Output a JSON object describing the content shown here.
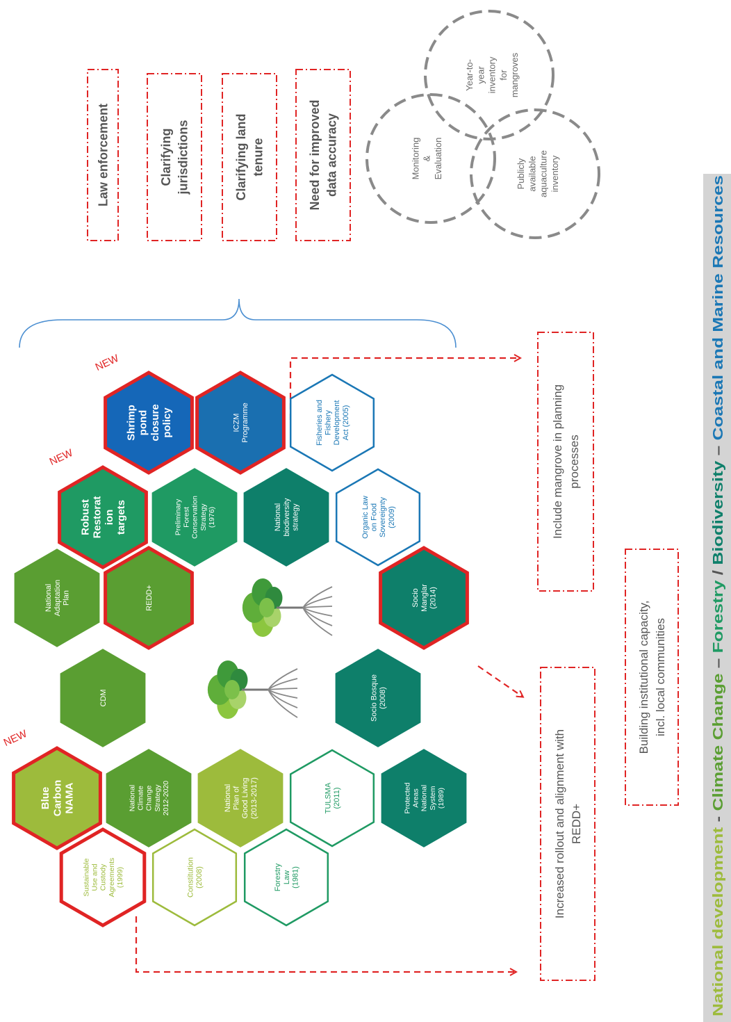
{
  "colors": {
    "national_development": "#9dbb3c",
    "climate_change": "#5a9e32",
    "forestry": "#1f9a63",
    "biodiversity": "#0e7f6a",
    "coastal_marine": "#1a77b5",
    "shrimp_blue": "#1567b8",
    "highlight_red": "#e02424",
    "legend_bar": "#d4d4d4",
    "circle_gray": "#8a8a8a",
    "connector_red": "#e02424",
    "brace_blue": "#4a8ed1"
  },
  "hexagons": [
    {
      "id": "sustainable-use",
      "lines": [
        "Sustainable",
        "Use and",
        "Custody",
        "Agreements",
        "(1999)"
      ],
      "style": "outline",
      "color": "#9dbb3c",
      "highlight": true,
      "new": false
    },
    {
      "id": "constitution",
      "lines": [
        "Constitution",
        "(2008)"
      ],
      "style": "outline",
      "color": "#9dbb3c",
      "highlight": false,
      "new": false
    },
    {
      "id": "forestry-law",
      "lines": [
        "Forestry",
        "Law",
        "(1981)"
      ],
      "style": "outline",
      "color": "#1f9a63",
      "highlight": false,
      "new": false
    },
    {
      "id": "blue-carbon-nama",
      "lines": [
        "Blue",
        "Carbon",
        "NAMA"
      ],
      "style": "filled",
      "color": "#9dbb3c",
      "highlight": true,
      "new": true
    },
    {
      "id": "national-climate-change-strategy",
      "lines": [
        "National",
        "Climate",
        "Change",
        "Strategy",
        "2012-2020"
      ],
      "style": "filled",
      "color": "#5a9e32",
      "highlight": false,
      "new": false
    },
    {
      "id": "national-plan-good-living",
      "lines": [
        "National",
        "Plan of",
        "Good Living",
        "(2013-2017)"
      ],
      "style": "filled",
      "color": "#9dbb3c",
      "highlight": false,
      "new": false
    },
    {
      "id": "tulsma",
      "lines": [
        "TULSMA",
        "(2011)"
      ],
      "style": "outline",
      "color": "#1f9a63",
      "highlight": false,
      "new": false
    },
    {
      "id": "protected-areas",
      "lines": [
        "Protected",
        "Areas",
        "National",
        "System",
        "(1989)"
      ],
      "style": "filled",
      "color": "#0e7f6a",
      "highlight": false,
      "new": false
    },
    {
      "id": "cdm",
      "lines": [
        "CDM"
      ],
      "style": "filled",
      "color": "#5a9e32",
      "highlight": false,
      "new": false
    },
    {
      "id": "socio-bosque",
      "lines": [
        "Socio Bosque",
        "(2008)"
      ],
      "style": "filled",
      "color": "#0e7f6a",
      "highlight": false,
      "new": false
    },
    {
      "id": "national-adaptation-plan",
      "lines": [
        "National",
        "Adaptation",
        "Plan"
      ],
      "style": "filled",
      "color": "#5a9e32",
      "highlight": false,
      "new": false
    },
    {
      "id": "redd-plus",
      "lines": [
        "REDD+"
      ],
      "style": "filled",
      "color": "#5a9e32",
      "highlight": true,
      "new": false
    },
    {
      "id": "socio-manglar",
      "lines": [
        "Socio",
        "Manglar",
        "(2014)"
      ],
      "style": "filled",
      "color": "#0e7f6a",
      "highlight": true,
      "new": false
    },
    {
      "id": "robust-restoration-targets",
      "lines": [
        "Robust",
        "Restorat",
        "ion",
        "targets"
      ],
      "style": "filled",
      "color": "#1f9a63",
      "highlight": true,
      "new": true
    },
    {
      "id": "preliminary-forest-conservation",
      "lines": [
        "Preliminary",
        "Forest",
        "Conservation",
        "Strategy",
        "(1976)"
      ],
      "style": "filled",
      "color": "#1f9a63",
      "highlight": false,
      "new": false
    },
    {
      "id": "national-biodiversity-strategy",
      "lines": [
        "National",
        "biodiversity",
        "strategy"
      ],
      "style": "filled",
      "color": "#0e7f6a",
      "highlight": false,
      "new": false
    },
    {
      "id": "organic-law-food-sovereignty",
      "lines": [
        "Organic Law",
        "on Food",
        "Sovereignty",
        "(2009)"
      ],
      "style": "outline",
      "color": "#1a77b5",
      "highlight": false,
      "new": false
    },
    {
      "id": "shrimp-pond-closure",
      "lines": [
        "Shrimp",
        "pond",
        "closure",
        "policy"
      ],
      "style": "filled",
      "color": "#1567b8",
      "highlight": true,
      "new": true
    },
    {
      "id": "iczm-programme",
      "lines": [
        "ICZM",
        "Programme"
      ],
      "style": "filled",
      "color": "#1a6fb0",
      "highlight": true,
      "new": false
    },
    {
      "id": "fisheries-development-act",
      "lines": [
        "Fisheries and",
        "Fishery",
        "Development",
        "Act (2005)"
      ],
      "style": "outline",
      "color": "#1a77b5",
      "highlight": false,
      "new": false
    }
  ],
  "new_label": "NEW",
  "challenges": [
    {
      "id": "law-enforcement",
      "lines": [
        "Law enforcement"
      ]
    },
    {
      "id": "clarifying-jurisdictions",
      "lines": [
        "Clarifying",
        "jurisdictions"
      ]
    },
    {
      "id": "clarifying-land-tenure",
      "lines": [
        "Clarifying land",
        "tenure"
      ]
    },
    {
      "id": "improved-data-accuracy",
      "lines": [
        "Need for improved",
        "data accuracy"
      ]
    }
  ],
  "circles": [
    {
      "id": "monitoring-evaluation",
      "lines": [
        "Monitoring",
        "&",
        "Evaluation"
      ]
    },
    {
      "id": "year-to-year-inventory",
      "lines": [
        "Year-to-",
        "year",
        "inventory",
        "for",
        "mangroves"
      ]
    },
    {
      "id": "aquaculture-inventory",
      "lines": [
        "Publicly",
        "available",
        "aquaculture",
        "inventory"
      ]
    }
  ],
  "outcomes": [
    {
      "id": "include-mangrove-planning",
      "lines": [
        "Include mangrove in planning",
        "processes"
      ]
    },
    {
      "id": "increased-rollout-redd",
      "lines": [
        "Increased rollout and alignment with",
        "REDD+"
      ]
    },
    {
      "id": "building-capacity",
      "lines": [
        "Building institutional capacity,",
        "incl. local communities"
      ]
    }
  ],
  "legend": {
    "segments": [
      {
        "text": "National development",
        "color": "#9dbb3c"
      },
      {
        "text": " - ",
        "color": "#555555"
      },
      {
        "text": "Climate Change",
        "color": "#5a9e32"
      },
      {
        "text": " – ",
        "color": "#555555"
      },
      {
        "text": "Forestry",
        "color": "#1f9a63"
      },
      {
        "text": " / ",
        "color": "#555555"
      },
      {
        "text": "Biodiversity",
        "color": "#0e7f6a"
      },
      {
        "text": " – ",
        "color": "#555555"
      },
      {
        "text": "Coastal and Marine Resources",
        "color": "#1a77b5"
      }
    ]
  }
}
